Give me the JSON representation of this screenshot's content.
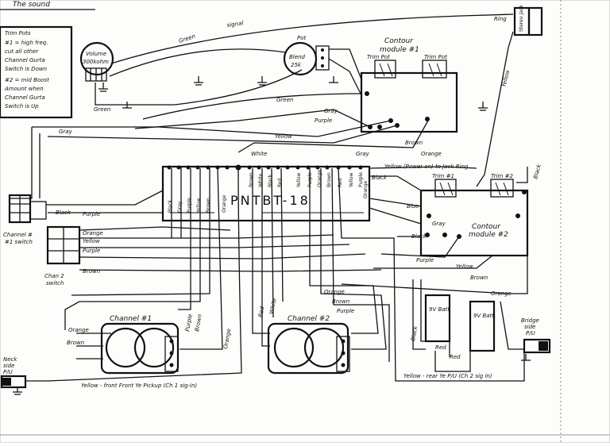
{
  "header": {
    "title_fragment": "The sound"
  },
  "notes": {
    "lines": [
      "Trim Pots",
      "#1 = high freq.",
      "cut all other",
      "Channel Gurta",
      "Switch is Down",
      "#2 = mid Boost",
      "Amount when",
      "Channel Gurta",
      "Switch is Up"
    ]
  },
  "main_board": {
    "label": "PNTBT-18"
  },
  "contour_modules": [
    {
      "title_line1": "Contour",
      "title_line2": "module #1",
      "trim1": "Trim Pot",
      "trim2": "Trim Pot"
    },
    {
      "title_line1": "Contour",
      "title_line2": "module #2",
      "trim1": "Trim #1",
      "trim2": "Trim #2"
    }
  ],
  "pots": [
    {
      "label_line1": "Volume",
      "label_line2": "300kohm"
    },
    {
      "label_line1": "Pot",
      "label_line2": "Blend",
      "label_line3": "25k"
    }
  ],
  "pickups": [
    {
      "label": "Channel #1"
    },
    {
      "label": "Channel #2"
    }
  ],
  "switches": [
    {
      "label_line1": "Channel #",
      "label_line2": "#1 switch"
    },
    {
      "label_line1": "Chan 2",
      "label_line2": "switch"
    }
  ],
  "batteries": [
    {
      "label": "9V Batt."
    },
    {
      "label": "9V Batt."
    }
  ],
  "jacks": [
    {
      "label_line1": "Neck",
      "label_line2": "side",
      "label_line3": "P/U"
    },
    {
      "label_line1": "Bridge",
      "label_line2": "side",
      "label_line3": "P/U"
    }
  ],
  "ring_label": "Ring",
  "stereo_jack_label": "Stereo Jack",
  "wire_labels": {
    "green": "Green",
    "signal": "signal",
    "gray": "Gray",
    "purple": "Purple",
    "yellow": "Yellow",
    "black": "Black",
    "brown": "Brown",
    "orange": "Orange",
    "blue": "Blue",
    "red": "Red",
    "white": "White",
    "yellow_power": "Yellow (Power on) to Jack Ring",
    "yellow_front": "Yellow - front Front Ye Pickup (Ch 1 sig-in)",
    "yellow_rear": "Yellow - rear Ye P/U (Ch 2 sig in)"
  },
  "board_pin_labels": [
    "Black",
    "Gray",
    "Purple",
    "Yellow",
    "Brown",
    "Orange",
    "Brown",
    "White",
    "Black",
    "Red",
    "Yellow",
    "Purple",
    "Orange",
    "Brown",
    "Red",
    "Yellow",
    "Purple",
    "Orange"
  ]
}
